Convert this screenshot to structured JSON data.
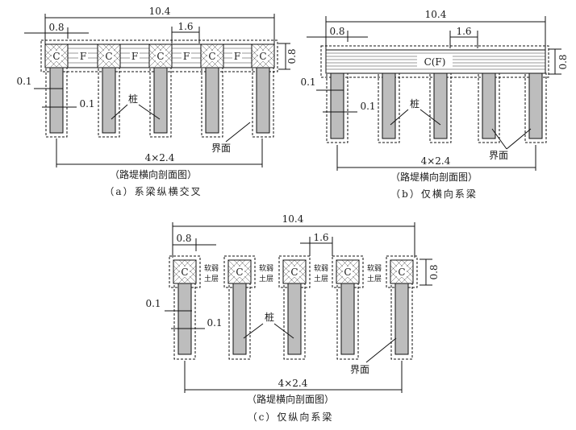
{
  "labels": {
    "total_width": "10.4",
    "cap_width": "0.8",
    "spacing": "1.6",
    "cap_height": "0.8",
    "pile_offset": "0.1",
    "pile_span": "4×2.4",
    "pile_label": "桩",
    "interface_label": "界面",
    "section_label": "（路堤横向剖面图）",
    "cap_letter": "C",
    "fill_letter": "F",
    "combined_label": "C(F)",
    "soft_soil_line1": "软弱",
    "soft_soil_line2": "土层"
  },
  "captions": {
    "a": "（a）系梁纵横交叉",
    "b": "（b）仅横向系梁",
    "c": "（c）仅纵向系梁"
  },
  "colors": {
    "pile_fill": "#bdbdbd",
    "line": "#111111"
  }
}
